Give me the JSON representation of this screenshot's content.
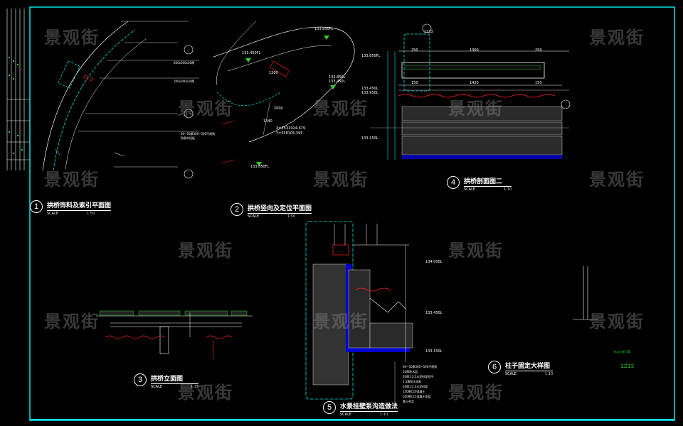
{
  "watermark_text": "景观街",
  "titles": {
    "t1": {
      "num": "1",
      "label": "拱桥饰料及索引平面图",
      "scale_label": "SCALE",
      "scale": "1:50"
    },
    "t2": {
      "num": "2",
      "label": "拱桥竖向及定位平面图",
      "scale_label": "SCALE",
      "scale": "1:50"
    },
    "t3": {
      "num": "3",
      "label": "拱桥立面图",
      "scale_label": "SCALE",
      "scale": "1:15"
    },
    "t4": {
      "num": "4",
      "label": "拱桥剖面图二",
      "scale_label": "SCALE",
      "scale": "1:10"
    },
    "t5": {
      "num": "5",
      "label": "水景挂壁泵沟造做法",
      "scale_label": "SCALE",
      "scale": "1:10"
    },
    "t6": {
      "num": "6",
      "label": "柱子固定大样图",
      "scale_label": "SCALE",
      "scale": "1:10"
    }
  },
  "panel1_notes": [
    "600x300x30厚",
    "200x300x30厚",
    "30~50厚300~500不规则",
    "防腐木挡板"
  ],
  "panel2_labels": {
    "elev_top": "133.850FL",
    "elev_a": "133.450FL",
    "elev_b": "133.850L",
    "elev_c": "133.450L",
    "elev_bottom": "133.850FL",
    "dim1": "1300",
    "dim2": "2000",
    "dim3": "1440",
    "coord_x": "X=2531924.679",
    "coord_y": "Y=558105.395"
  },
  "panel4_labels": {
    "dim_a": "250",
    "dim_b": "1360",
    "dim_c": "250",
    "dim_d": "150",
    "dim_e": "1420",
    "dim_f": "150",
    "elev_1": "133.850FL",
    "elev_2": "133.450L",
    "elev_3": "133.150L",
    "elev_4": "133.950L",
    "ref": "1213"
  },
  "panel5_labels": {
    "elev_1": "134.000L",
    "elev_2": "133.450L",
    "elev_3": "133.150L",
    "notes": [
      "30~50厚300~500不规则",
      "10厚防水层",
      "20厚1:2.5水泥砂浆找平",
      "1.5厚防水涂料",
      "20厚1:2.5水泥砂浆",
      "150厚C20混凝土",
      "100厚C15混凝土垫层",
      "素土夯实"
    ]
  },
  "panel6_labels": {
    "note": "节点大样示意",
    "code": "1213"
  },
  "colors": {
    "frame": "#00e5e5",
    "line": "#ffffff",
    "accent": "#2fd12f",
    "marker": "#ff2020"
  }
}
